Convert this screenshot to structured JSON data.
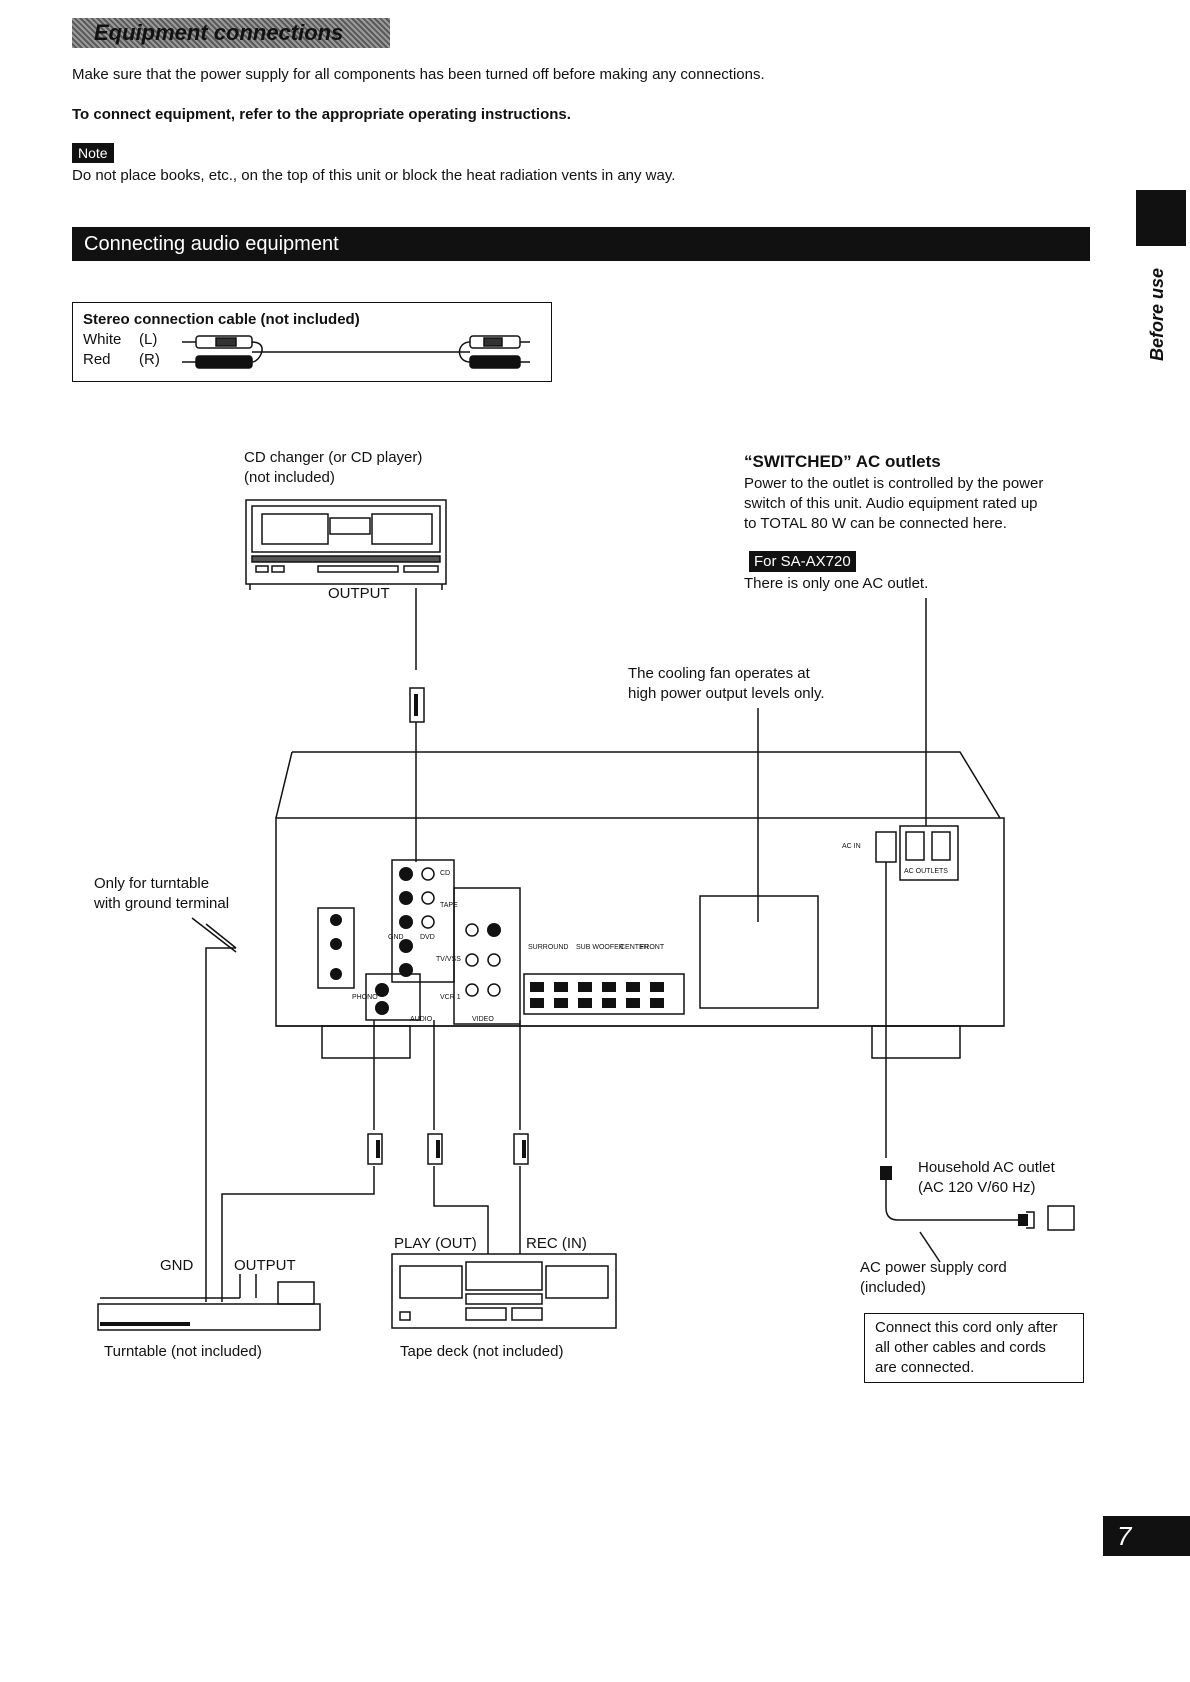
{
  "header": {
    "section_title": "Equipment connections",
    "warning_line": "Make sure that the power supply for all components has been turned off before making any connections.",
    "instruction_line": "To connect equipment, refer to the appropriate operating instructions.",
    "note_label": "Note",
    "note_text": "Do not place books, etc., on the top of this unit or block the heat radiation vents in any way."
  },
  "side_tab": {
    "label": "Before use"
  },
  "section_bar": {
    "title": "Connecting audio equipment"
  },
  "cable_legend": {
    "title": "Stereo connection cable (not included)",
    "white_label": "White",
    "white_channel": "(L)",
    "red_label": "Red",
    "red_channel": "(R)"
  },
  "cd_changer": {
    "label_line1": "CD changer (or CD player)",
    "label_line2": "(not included)",
    "output_label": "OUTPUT"
  },
  "switched_outlets": {
    "title": "“SWITCHED” AC outlets",
    "desc_line1": "Power to the outlet is controlled by the power",
    "desc_line2": "switch of this unit. Audio equipment rated up",
    "desc_line3": "to TOTAL 80 W can be connected here.",
    "model_badge": "For SA-AX720",
    "model_note": "There is only one AC outlet."
  },
  "cooling_fan": {
    "line1": "The cooling fan operates at",
    "line2": "high power output levels only."
  },
  "turntable_ground": {
    "line1": "Only for turntable",
    "line2": "with ground terminal"
  },
  "receiver_panel": {
    "ac_in": "AC IN",
    "ac_outlets": "AC OUTLETS",
    "cd": "CD",
    "tape": "TAPE",
    "dvd": "DVD",
    "tv_vss": "TV/VSS",
    "vcr1": "VCR 1",
    "phono": "PHONO",
    "gnd": "GND",
    "audio": "AUDIO",
    "video": "VIDEO",
    "surround": "SURROUND",
    "sub_woofer": "SUB WOOFER",
    "center": "CENTER",
    "front": "FRONT"
  },
  "household_ac": {
    "line1": "Household AC outlet",
    "line2": "(AC 120 V/60 Hz)"
  },
  "power_cord": {
    "line1": "AC power supply cord",
    "line2": "(included)"
  },
  "warning_box": {
    "line1": "Connect this cord only after",
    "line2": "all other cables and cords",
    "line3": "are connected."
  },
  "turntable": {
    "gnd_label": "GND",
    "output_label": "OUTPUT",
    "caption": "Turntable (not included)"
  },
  "tape_deck": {
    "play_label": "PLAY (OUT)",
    "rec_label": "REC (IN)",
    "caption": "Tape deck (not included)"
  },
  "page": {
    "number": "7"
  }
}
